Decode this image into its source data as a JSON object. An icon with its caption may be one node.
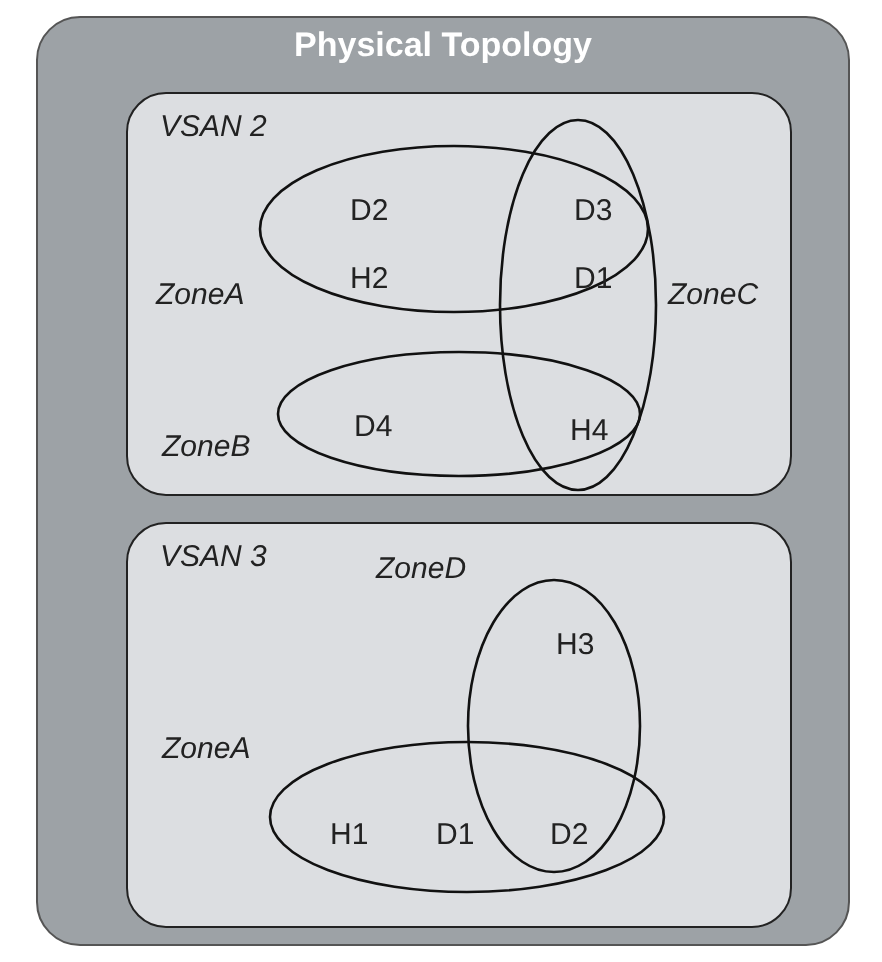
{
  "diagram": {
    "nodes": [
      {
        "text": [
          "Physical Topology"
        ]
      },
      {
        "text": [
          "VSAN 2"
        ],
        "in": 0
      },
      {
        "text": [
          "ZoneA"
        ],
        "in": 1
      },
      {
        "text": [
          "ZoneB"
        ],
        "in": 1
      },
      {
        "text": [
          "ZoneC"
        ],
        "in": 1
      },
      {
        "text": [
          "VSAN 3"
        ],
        "in": 0
      },
      {
        "text": [
          "ZoneD"
        ],
        "in": 5
      },
      {
        "text": [
          "ZoneA"
        ],
        "in": 5
      }
    ],
    "labels": [
      "D2",
      "D3",
      "H2",
      "D1",
      "D4",
      "H4",
      "H3",
      "H1",
      "D1",
      "D2"
    ]
  }
}
